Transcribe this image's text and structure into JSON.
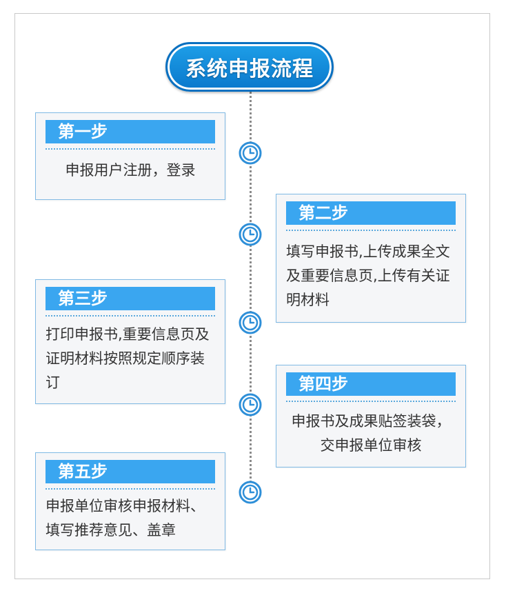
{
  "title": "系统申报流程",
  "steps": [
    {
      "label": "第一步",
      "text": "申报用户注册，登录"
    },
    {
      "label": "第二步",
      "text": "填写申报书,上传成果全文及重要信息页,上传有关证明材料"
    },
    {
      "label": "第三步",
      "text": "打印申报书,重要信息页及证明材料按照规定顺序装订"
    },
    {
      "label": "第四步",
      "text": "申报书及成果贴签装袋，交申报单位审核"
    },
    {
      "label": "第五步",
      "text": "申报单位审核申报材料、填写推荐意见、盖章"
    }
  ],
  "colors": {
    "accent": "#3aa6f0",
    "title_bg": "#1e9fe8",
    "box_border": "#7fb9e4",
    "box_bg": "#f5f6f8",
    "text": "#333333"
  },
  "icons": {
    "timeline_marker": "clock-icon"
  }
}
